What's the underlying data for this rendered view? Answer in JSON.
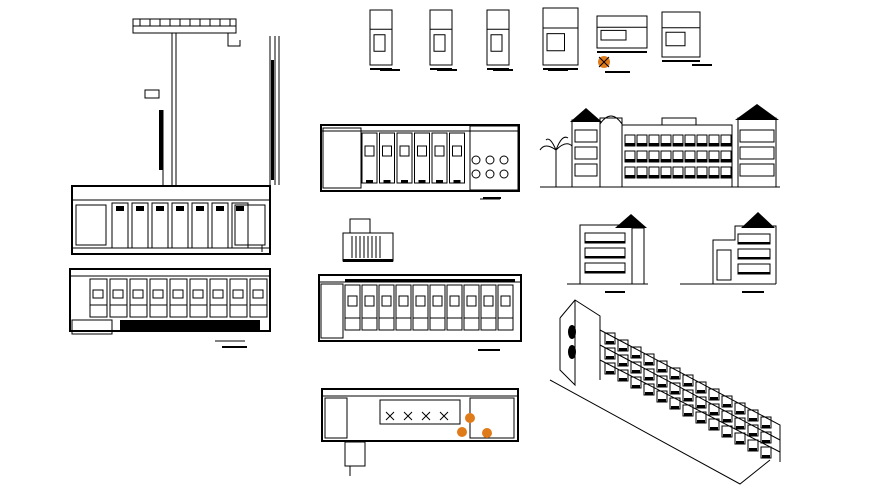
{
  "sheet": {
    "background": "#ffffff",
    "ink": "#000000",
    "accent_orange": "#e07b1a"
  },
  "drawings": [
    {
      "id": "site-plan",
      "kind": "site-plan"
    },
    {
      "id": "room-detail-1",
      "kind": "unit-plan"
    },
    {
      "id": "room-detail-2",
      "kind": "unit-plan"
    },
    {
      "id": "room-detail-3",
      "kind": "unit-plan"
    },
    {
      "id": "room-detail-4",
      "kind": "unit-plan"
    },
    {
      "id": "room-detail-5",
      "kind": "unit-plan"
    },
    {
      "id": "room-detail-6",
      "kind": "unit-plan"
    },
    {
      "id": "ground-floor-plan",
      "kind": "floor-plan"
    },
    {
      "id": "front-elevation",
      "kind": "elevation"
    },
    {
      "id": "stair-detail",
      "kind": "detail"
    },
    {
      "id": "side-elevation-left",
      "kind": "elevation"
    },
    {
      "id": "side-elevation-right",
      "kind": "elevation"
    },
    {
      "id": "typical-floor-plan",
      "kind": "floor-plan"
    },
    {
      "id": "roof-plan",
      "kind": "floor-plan"
    },
    {
      "id": "isometric-view",
      "kind": "isometric"
    }
  ]
}
